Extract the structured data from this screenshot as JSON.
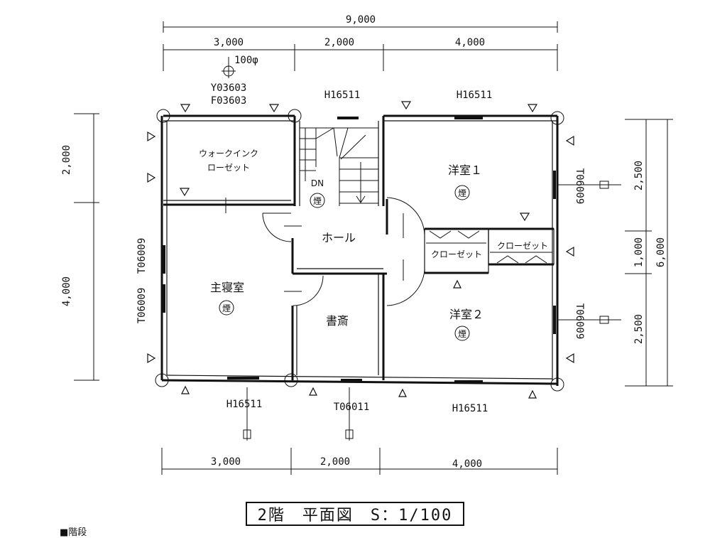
{
  "dims": {
    "top_total": "9,000",
    "top_a": "3,000",
    "top_b": "2,000",
    "top_c": "4,000",
    "bottom_a": "3,000",
    "bottom_b": "2,000",
    "bottom_c": "4,000",
    "left_a": "2,000",
    "left_b": "4,000",
    "right_a": "2,500",
    "right_b": "1,000",
    "right_c": "2,500",
    "right_total": "6,000"
  },
  "vent": {
    "diameter": "100φ",
    "code1": "Y03603",
    "code2": "F03603"
  },
  "rooms": {
    "walk_in_1": "ウォークインク",
    "walk_in_2": "ローゼット",
    "dn": "DN",
    "hall": "ホール",
    "western1": "洋室１",
    "closet1": "クローゼット",
    "closet2": "クローゼット",
    "master": "主寝室",
    "study": "書斎",
    "western2": "洋室２"
  },
  "smoke": "煙",
  "windows": {
    "top_mid": "H16511",
    "top_right": "H16511",
    "left_upper": "T06009",
    "left_lower": "T06009",
    "right_upper": "T06009",
    "right_lower": "T06009",
    "bottom_left": "H16511",
    "bottom_mid": "T06011",
    "bottom_right": "H16511"
  },
  "title": "2階　平面図　S：1/100",
  "bottom_note": "■階段"
}
